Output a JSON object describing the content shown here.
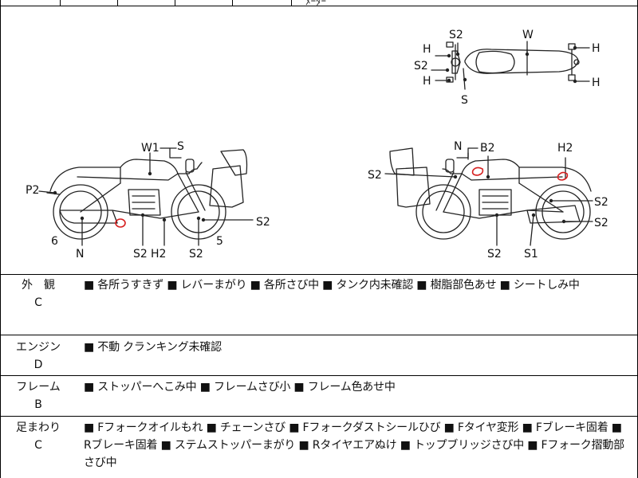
{
  "header_fragment": "ﾒｰﾀｰ",
  "diagram": {
    "top_view_labels": [
      "S2",
      "W",
      "H",
      "H",
      "S2",
      "H",
      "H",
      "S"
    ],
    "left_side_labels": [
      "W1",
      "S",
      "P2",
      "6",
      "N",
      "S2",
      "H2",
      "S2",
      "5",
      "S2"
    ],
    "right_side_labels": [
      "N",
      "B2",
      "H2",
      "S2",
      "S2",
      "S2",
      "S2",
      "S1"
    ]
  },
  "rows": [
    {
      "name": "外　観",
      "grade": "C",
      "items": "■ 各所うすきず ■ レバーまがり ■ 各所さび中 ■ タンク内未確認 ■ 樹脂部色あせ ■ シートしみ中"
    },
    {
      "name": "エンジン",
      "grade": "D",
      "items": "■ 不動 クランキング未確認"
    },
    {
      "name": "フレーム",
      "grade": "B",
      "items": "■ ストッパーへこみ中 ■ フレームさび小 ■ フレーム色あせ中"
    },
    {
      "name": "足まわり",
      "grade": "C",
      "items": "■ Fフォークオイルもれ ■ チェーンさび ■ Fフォークダストシールひび ■ Fタイヤ変形 ■ Fブレーキ固着 ■ Rブレーキ固着 ■ ステムストッパーまがり ■ Rタイヤエアぬけ ■ トップブリッジさび中 ■ Fフォーク摺動部さび中"
    }
  ]
}
